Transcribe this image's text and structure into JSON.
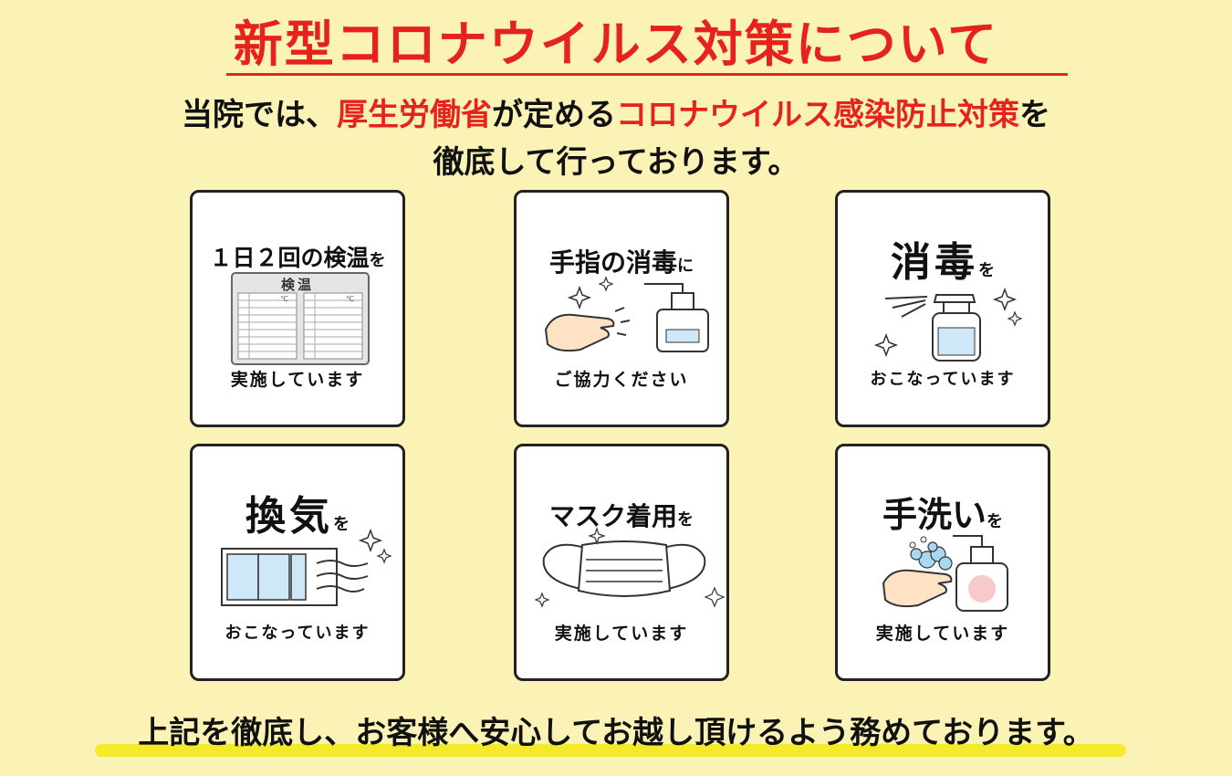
{
  "title": "新型コロナウイルス対策について",
  "intro": {
    "line1_part1": "当院では、",
    "line1_red1": "厚生労働省",
    "line1_part2": "が定める",
    "line1_red2": "コロナウイルス感染防止対策",
    "line1_part3": "を",
    "line2": "徹底して行っております。"
  },
  "cards": [
    {
      "title_main": "１日２回の検温",
      "title_particle": "を",
      "sheet_label": "検温",
      "unit": "℃",
      "sub": "実施しています"
    },
    {
      "title_main": "手指の消毒",
      "title_particle": "に",
      "sub": "ご協力ください"
    },
    {
      "title_main": "消毒",
      "title_particle": "を",
      "sub": "おこなっています"
    },
    {
      "title_main": "換気",
      "title_particle": "を",
      "sub": "おこなっています"
    },
    {
      "title_main": "マスク着用",
      "title_particle": "を",
      "sub": "実施しています"
    },
    {
      "title_main": "手洗い",
      "title_particle": "を",
      "sub": "実施しています"
    }
  ],
  "footer": "上記を徹底し、お客様へ安心してお越し頂けるよう務めております。",
  "colors": {
    "background": "#fbf3b6",
    "accent_red": "#e5231c",
    "marker_yellow": "#f5ea2a",
    "bottle_blue": "#cfe8f7",
    "bottle_pink": "#f7c9c9"
  }
}
